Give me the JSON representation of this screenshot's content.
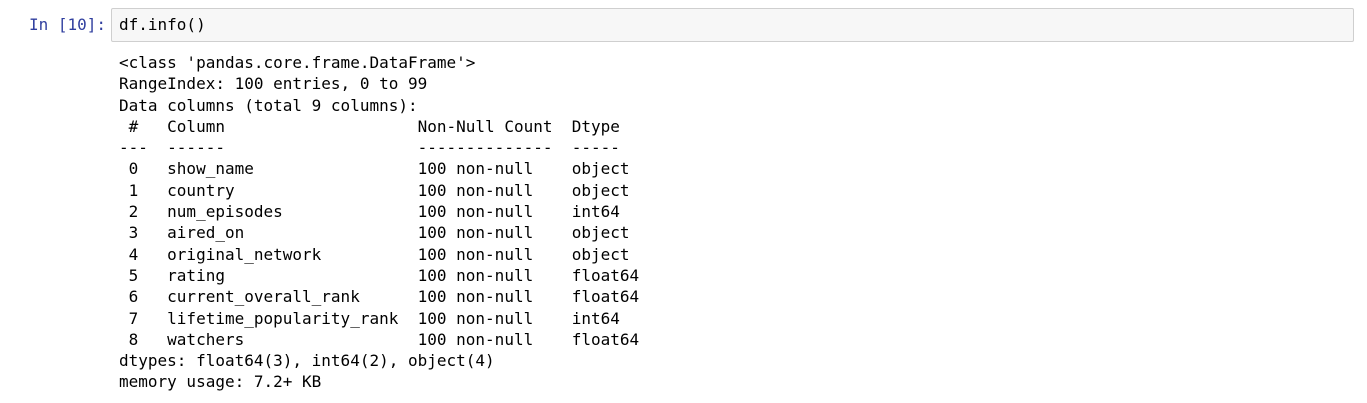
{
  "cell": {
    "prompt": "In [10]:",
    "code": "df.info()"
  },
  "output": {
    "lines": [
      "<class 'pandas.core.frame.DataFrame'>",
      "RangeIndex: 100 entries, 0 to 99",
      "Data columns (total 9 columns):",
      " #   Column                    Non-Null Count  Dtype  ",
      "---  ------                    --------------  -----  ",
      " 0   show_name                 100 non-null    object ",
      " 1   country                   100 non-null    object ",
      " 2   num_episodes              100 non-null    int64  ",
      " 3   aired_on                  100 non-null    object ",
      " 4   original_network          100 non-null    object ",
      " 5   rating                    100 non-null    float64",
      " 6   current_overall_rank      100 non-null    float64",
      " 7   lifetime_popularity_rank  100 non-null    int64  ",
      " 8   watchers                  100 non-null    float64",
      "dtypes: float64(3), int64(2), object(4)",
      "memory usage: 7.2+ KB"
    ]
  },
  "colors": {
    "prompt": "#303f9f",
    "input_background": "#f7f7f7",
    "input_border": "#cfcfcf"
  }
}
